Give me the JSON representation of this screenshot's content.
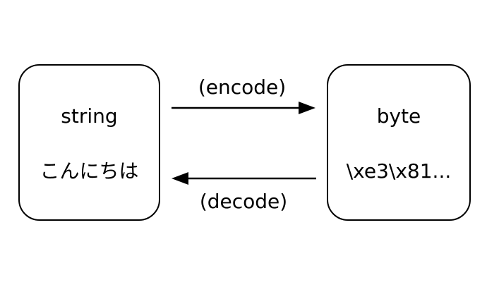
{
  "diagram": {
    "nodes": [
      {
        "id": "string",
        "title": "string",
        "value": "こんにちは"
      },
      {
        "id": "byte",
        "title": "byte",
        "value": "\\xe3\\x81..."
      }
    ],
    "arrows": [
      {
        "id": "encode",
        "label": "(encode)",
        "direction": "left-to-right",
        "from": "string",
        "to": "byte"
      },
      {
        "id": "decode",
        "label": "(decode)",
        "direction": "right-to-left",
        "from": "byte",
        "to": "string"
      }
    ],
    "colors": {
      "background": "#ffffff",
      "stroke": "#000000",
      "text": "#000000"
    }
  }
}
